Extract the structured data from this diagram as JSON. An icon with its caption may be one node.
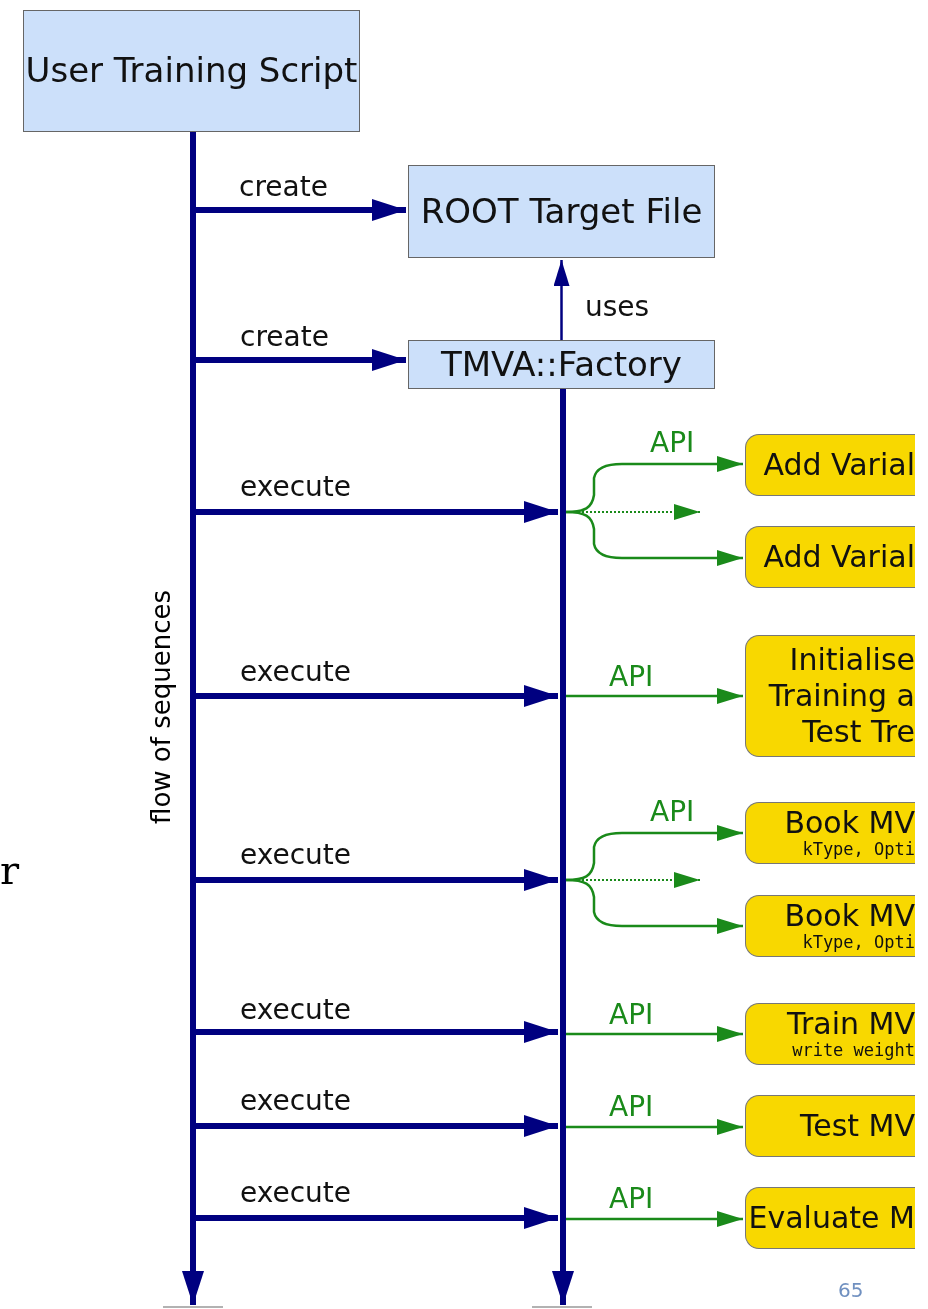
{
  "diagram": {
    "nodes": [
      {
        "text": [
          "User Training Script"
        ]
      },
      {
        "text": [
          "ROOT Target File"
        ]
      },
      {
        "text": [
          "TMVA::Factory"
        ]
      },
      {
        "text": [
          "Add Varial"
        ]
      },
      {
        "text": [
          "Add Varial"
        ]
      },
      {
        "text": [
          "Initialise Training a Test Tre"
        ]
      },
      {
        "text": [
          "Book MV",
          "kType, Opti"
        ]
      },
      {
        "text": [
          "Book MV",
          "kType, Opti"
        ]
      },
      {
        "text": [
          "Train MV",
          "write weight"
        ]
      },
      {
        "text": [
          "Test MV"
        ]
      },
      {
        "text": [
          "Evaluate M"
        ]
      },
      {
        "text": [],
        "shape": "bar"
      },
      {
        "text": [],
        "shape": "bar"
      }
    ],
    "edges": [
      {
        "from": 11,
        "to": 1,
        "arrow": "to",
        "label": "create",
        "style": "thick"
      },
      {
        "from": 11,
        "to": 2,
        "arrow": "to",
        "label": "create",
        "style": "thick"
      },
      {
        "from": 2,
        "to": 1,
        "arrow": "to",
        "label": "uses"
      },
      {
        "from": 11,
        "to": 12,
        "arrow": "to",
        "label": "execute",
        "style": "thick"
      },
      {
        "from": 12,
        "to": 3,
        "arrow": "to",
        "label": "API",
        "color": "#1a8a1a"
      },
      {
        "from": 12,
        "to": null,
        "arrow": "to",
        "style": "dashed",
        "color": "#1a8a1a"
      },
      {
        "from": 12,
        "to": 4,
        "arrow": "to",
        "color": "#1a8a1a"
      },
      {
        "from": 11,
        "to": 12,
        "arrow": "to",
        "label": "execute",
        "style": "thick"
      },
      {
        "from": 12,
        "to": 5,
        "arrow": "to",
        "label": "API",
        "color": "#1a8a1a"
      },
      {
        "from": 11,
        "to": 12,
        "arrow": "to",
        "label": "execute",
        "style": "thick"
      },
      {
        "from": 12,
        "to": 6,
        "arrow": "to",
        "label": "API",
        "color": "#1a8a1a"
      },
      {
        "from": 12,
        "to": null,
        "arrow": "to",
        "style": "dashed",
        "color": "#1a8a1a"
      },
      {
        "from": 12,
        "to": 7,
        "arrow": "to",
        "color": "#1a8a1a"
      },
      {
        "from": 11,
        "to": 12,
        "arrow": "to",
        "label": "execute",
        "style": "thick"
      },
      {
        "from": 12,
        "to": 8,
        "arrow": "to",
        "label": "API",
        "color": "#1a8a1a"
      },
      {
        "from": 11,
        "to": 12,
        "arrow": "to",
        "label": "execute",
        "style": "thick"
      },
      {
        "from": 12,
        "to": 9,
        "arrow": "to",
        "label": "API",
        "color": "#1a8a1a"
      },
      {
        "from": 11,
        "to": 12,
        "arrow": "to",
        "label": "execute",
        "style": "thick"
      },
      {
        "from": 12,
        "to": 10,
        "arrow": "to",
        "label": "API",
        "color": "#1a8a1a"
      },
      {
        "from": 11,
        "to": null,
        "arrow": "to",
        "style": "thick"
      },
      {
        "from": 12,
        "to": null,
        "arrow": "to",
        "style": "thick"
      }
    ],
    "labels": [
      "flow of sequences",
      "r",
      "65"
    ]
  }
}
